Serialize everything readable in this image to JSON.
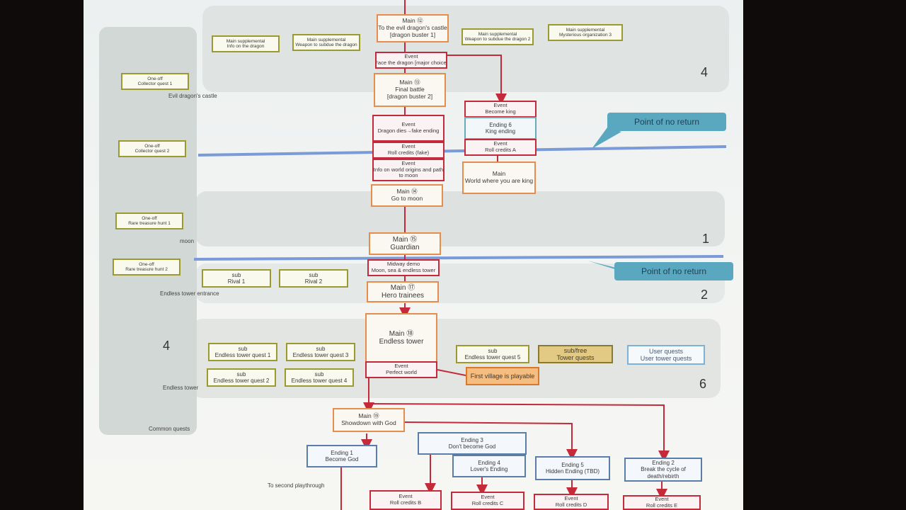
{
  "bands": {
    "band_4_top": "4",
    "band_1": "1",
    "band_2": "2",
    "band_6": "6",
    "band_4_left": "4"
  },
  "lane_labels": {
    "evil_castle": "Evil dragon's castle",
    "moon": "moon",
    "tower_entrance": "Endless tower entrance",
    "endless_tower": "Endless tower",
    "common_quests": "Common quests",
    "second_playthrough": "To second playthrough"
  },
  "side_quests": {
    "collector_1": [
      "One-off",
      "Collector quest 1"
    ],
    "collector_2": [
      "One-off",
      "Collector quest 2"
    ],
    "rare_1": [
      "One-off",
      "Rare treasure hunt 1"
    ],
    "rare_2": [
      "One-off",
      "Rare treasure hunt 2"
    ]
  },
  "supplementals": {
    "info_dragon": [
      "Main supplemental",
      "Info on the dragon"
    ],
    "weapon_1": [
      "Main supplemental",
      "Weapon to subdue the dragon"
    ],
    "weapon_2": [
      "Main supplemental",
      "Weapon to subdue the dragon 2"
    ],
    "mysterious": [
      "Main supplemental",
      "Mysterious organization 3"
    ]
  },
  "main_flow": {
    "main12": [
      "Main ⑫",
      "To the evil dragon's castle",
      "[dragon buster 1]"
    ],
    "face_dragon": [
      "Event",
      "Face the dragon [major choice]"
    ],
    "main13": [
      "Main ⑬",
      "Final battle",
      "[dragon buster 2]"
    ],
    "dragon_dies": [
      "Event",
      "Dragon dies→fake ending"
    ],
    "roll_fake": [
      "Event",
      "Roll credits (fake)"
    ],
    "world_origins": [
      "Event",
      "Info on world origins and path",
      "to moon"
    ],
    "main14": [
      "Main ⑭",
      "Go to moon"
    ],
    "main15": [
      "Main ⑮",
      "Guardian"
    ],
    "midway": [
      "Midway demo",
      "Moon, sea & endless tower"
    ],
    "main17": [
      "Main ⑰",
      "Hero trainees"
    ],
    "main18": [
      "Main ⑱",
      "Endless tower"
    ],
    "perfect_world": [
      "Event",
      "Perfect world"
    ],
    "main19": [
      "Main ⑲",
      "Showdown with God"
    ]
  },
  "king_branch": {
    "become_king": [
      "Event",
      "Become king"
    ],
    "ending6": [
      "Ending 6",
      "King ending"
    ],
    "roll_a": [
      "Event",
      "Roll credits A"
    ],
    "world_king": [
      "Main",
      "World where you are king"
    ]
  },
  "subs": {
    "rival1": [
      "sub",
      "Rival 1"
    ],
    "rival2": [
      "sub",
      "Rival 2"
    ],
    "etq1": [
      "sub",
      "Endless tower quest 1"
    ],
    "etq2": [
      "sub",
      "Endless tower quest 2"
    ],
    "etq3": [
      "sub",
      "Endless tower quest 3"
    ],
    "etq4": [
      "sub",
      "Endless tower quest 4"
    ],
    "etq5": [
      "sub",
      "Endless tower quest 5"
    ],
    "free": [
      "sub/free",
      "Tower quests"
    ],
    "user": [
      "User quests",
      "User tower quests"
    ]
  },
  "notes": {
    "first_village": "First village is playable",
    "point_no_return_1": "Point of no return",
    "point_no_return_2": "Point of no return"
  },
  "endings": {
    "ending1": [
      "Ending 1",
      "Become God"
    ],
    "ending3": [
      "Ending 3",
      "Don't become God"
    ],
    "ending4": [
      "Ending 4",
      "Lover's Ending"
    ],
    "ending5": [
      "Ending 5",
      "Hidden Ending (TBD)"
    ],
    "ending2": [
      "Ending 2",
      "Break the cycle of",
      "death/rebirth"
    ],
    "roll_b": [
      "Event",
      "Roll credits B"
    ],
    "roll_c": [
      "Event",
      "Roll credits C"
    ],
    "roll_d": [
      "Event",
      "Roll credits D"
    ],
    "roll_e": [
      "Event",
      "Roll credits E"
    ]
  },
  "colors": {
    "main_border": "#e58d4c",
    "event_border": "#c42a3a",
    "supplemental_border": "#9a9a30",
    "ending_border": "#5b7ea8",
    "point_of_no_return_line": "#7a9ad8",
    "callout": "#5aa8c0"
  }
}
